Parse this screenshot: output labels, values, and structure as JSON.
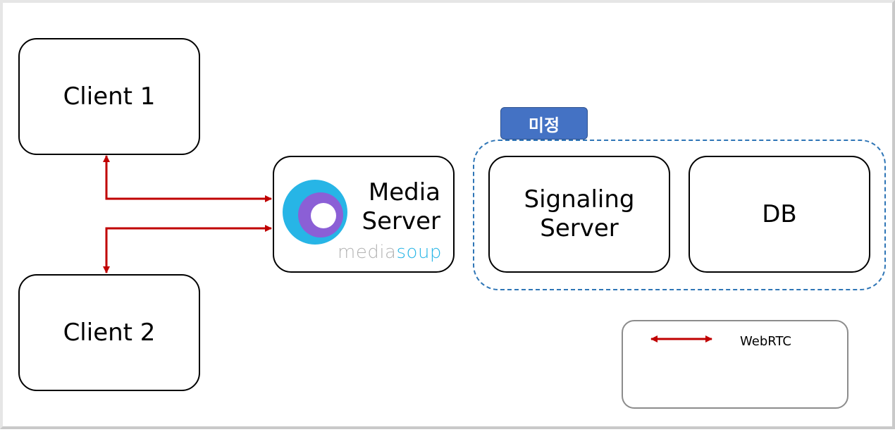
{
  "client1": {
    "label": "Client 1"
  },
  "client2": {
    "label": "Client 2"
  },
  "media_server": {
    "label": "Media\nServer",
    "logo_text_media": "media",
    "logo_text_soup": "soup"
  },
  "group_tag": {
    "label": "미정"
  },
  "signaling_server": {
    "label": "Signaling\nServer"
  },
  "db": {
    "label": "DB"
  },
  "legend": {
    "webrtc_label": "WebRTC"
  },
  "colors": {
    "arrow": "#c00000",
    "group_border": "#2e75b6",
    "tag_bg": "#4472c4",
    "logo_outer": "#27b5e6",
    "logo_inner": "#8b5fd6"
  }
}
